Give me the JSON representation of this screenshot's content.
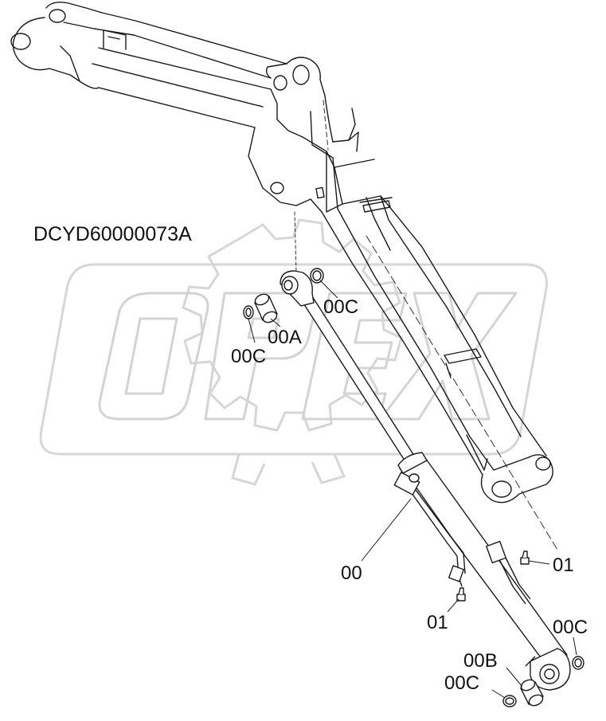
{
  "drawing_code": "DCYD60000073A",
  "watermark_text": "OPEX",
  "callouts": [
    {
      "id": "00",
      "label": "00"
    },
    {
      "id": "00A",
      "label": "00A"
    },
    {
      "id": "00B",
      "label": "00B"
    },
    {
      "id": "00C-top",
      "label": "00C"
    },
    {
      "id": "00C-left",
      "label": "00C"
    },
    {
      "id": "00C-right",
      "label": "00C"
    },
    {
      "id": "00C-bottom",
      "label": "00C"
    },
    {
      "id": "01-right",
      "label": "01"
    },
    {
      "id": "01-left",
      "label": "01"
    }
  ],
  "colors": {
    "line": "#1a1a1a",
    "watermark": "#d9d9d9",
    "background": "#ffffff"
  }
}
